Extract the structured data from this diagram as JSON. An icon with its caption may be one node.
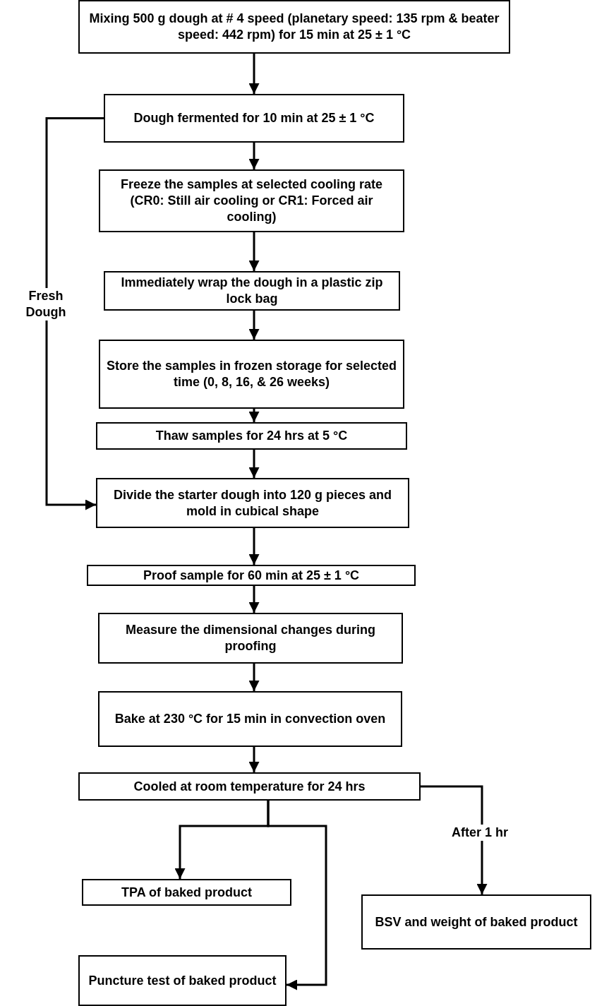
{
  "diagram": {
    "nodes": [
      {
        "text": [
          "Mixing 500 g dough at # 4 speed (planetary speed: 135 rpm & beater speed: 442 rpm) for 15 min at 25 ± 1 °C"
        ]
      },
      {
        "text": [
          "Dough fermented for 10 min at 25 ± 1 °C"
        ]
      },
      {
        "text": [
          "Freeze the samples at selected cooling rate (CR0: Still air cooling or CR1: Forced air cooling)"
        ]
      },
      {
        "text": [
          "Immediately wrap the dough in a plastic zip lock bag"
        ]
      },
      {
        "text": [
          "Store the samples in frozen storage for selected time (0, 8, 16, & 26 weeks)"
        ]
      },
      {
        "text": [
          "Thaw samples for 24 hrs at 5 °C"
        ]
      },
      {
        "text": [
          "Divide the starter dough into 120 g pieces and mold in cubical shape"
        ]
      },
      {
        "text": [
          "Proof sample for 60 min at 25 ± 1 °C"
        ]
      },
      {
        "text": [
          "Measure the dimensional changes during proofing"
        ]
      },
      {
        "text": [
          "Bake at 230 °C for 15 min in convection oven"
        ]
      },
      {
        "text": [
          "Cooled at room temperature for 24 hrs"
        ]
      },
      {
        "text": [
          "TPA of baked product"
        ]
      },
      {
        "text": [
          "BSV and weight of baked product"
        ]
      },
      {
        "text": [
          "Puncture test of baked product"
        ]
      }
    ],
    "edges": [
      {
        "from": 0,
        "to": 1,
        "arrow": "to"
      },
      {
        "from": 1,
        "to": 2,
        "arrow": "to"
      },
      {
        "from": 2,
        "to": 3,
        "arrow": "to"
      },
      {
        "from": 3,
        "to": 4,
        "arrow": "to"
      },
      {
        "from": 4,
        "to": 5,
        "arrow": "to"
      },
      {
        "from": 5,
        "to": 6,
        "arrow": "to"
      },
      {
        "from": 6,
        "to": 7,
        "arrow": "to"
      },
      {
        "from": 7,
        "to": 8,
        "arrow": "to"
      },
      {
        "from": 8,
        "to": 9,
        "arrow": "to"
      },
      {
        "from": 9,
        "to": 10,
        "arrow": "to"
      },
      {
        "from": 1,
        "to": 6,
        "arrow": "to",
        "label": "Fresh Dough"
      },
      {
        "from": 10,
        "to": 11,
        "arrow": "to"
      },
      {
        "from": 10,
        "to": 13,
        "arrow": "to"
      },
      {
        "from": 10,
        "to": 12,
        "arrow": "to",
        "label": "After 1 hr"
      }
    ]
  }
}
